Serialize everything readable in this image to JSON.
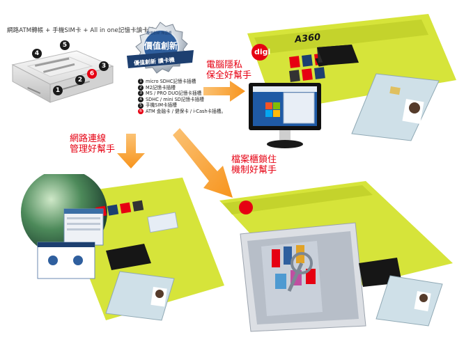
{
  "headline": "網路ATM轉帳 + 手機SIM卡 + All in one記憶卡讀卡機",
  "badge": {
    "top_text": "優值創新 精品獎",
    "main_text": "價值創新",
    "ribbon_text": "優值創新 讀卡機"
  },
  "legend": [
    {
      "num": "1",
      "text": "micro SDHC記憶卡插槽",
      "accent": false
    },
    {
      "num": "2",
      "text": "M2記憶卡插槽",
      "accent": false
    },
    {
      "num": "3",
      "text": "MS / PRO DUO記憶卡插槽",
      "accent": false
    },
    {
      "num": "4",
      "text": "SDHC / mini SD記憶卡插槽",
      "accent": false
    },
    {
      "num": "5",
      "text": "手機SIM卡插槽",
      "accent": false
    },
    {
      "num": "6",
      "text": "ATM 金融卡 / 健保卡 / i-Cash卡插槽。",
      "accent": true
    }
  ],
  "device_slots": [
    "4",
    "5",
    "1",
    "2",
    "3",
    "6"
  ],
  "callouts": {
    "privacy": [
      "電腦隱私",
      "保全好幫手"
    ],
    "network": [
      "網路連線",
      "管理好幫手"
    ],
    "cabinet": [
      "檔案櫃鎖住",
      "機制好幫手"
    ]
  },
  "product": {
    "brand": "digi",
    "model": "A360"
  },
  "colors": {
    "accent_red": "#e60012",
    "arrow_orange": "#f7941d",
    "mat_yellow": "#d6e43a",
    "device_black": "#161616",
    "badge_blue": "#2f5f9e"
  }
}
